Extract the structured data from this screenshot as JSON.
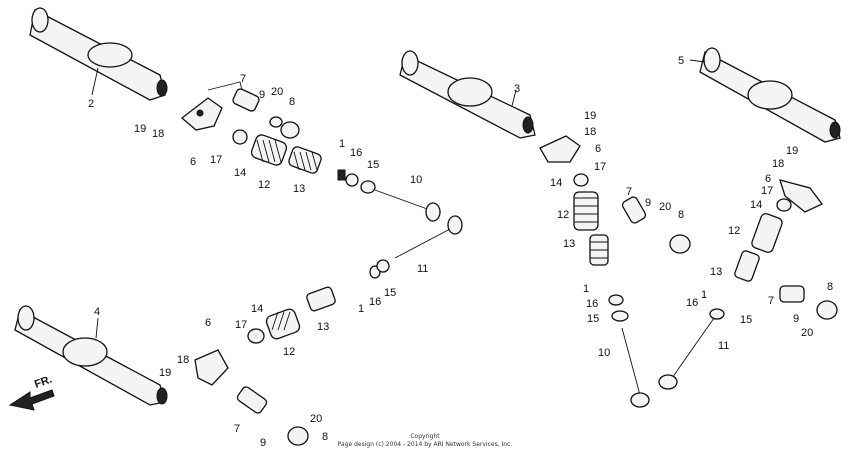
{
  "parts": [
    {
      "id": "2",
      "label": "2"
    },
    {
      "id": "3",
      "label": "3"
    },
    {
      "id": "4",
      "label": "4"
    },
    {
      "id": "5",
      "label": "5"
    },
    {
      "id": "1",
      "label": "1"
    },
    {
      "id": "6",
      "label": "6"
    },
    {
      "id": "7",
      "label": "7"
    },
    {
      "id": "8",
      "label": "8"
    },
    {
      "id": "9",
      "label": "9"
    },
    {
      "id": "10",
      "label": "10"
    },
    {
      "id": "11",
      "label": "11"
    },
    {
      "id": "12",
      "label": "12"
    },
    {
      "id": "13",
      "label": "13"
    },
    {
      "id": "14",
      "label": "14"
    },
    {
      "id": "15",
      "label": "15"
    },
    {
      "id": "16",
      "label": "16"
    },
    {
      "id": "17",
      "label": "17"
    },
    {
      "id": "18",
      "label": "18"
    },
    {
      "id": "19",
      "label": "19"
    },
    {
      "id": "20",
      "label": "20"
    }
  ],
  "direction_label": "FR.",
  "copyright": {
    "line1": "Copyright",
    "line2": "Page design (c) 2004 - 2014 by ARI Network Services, Inc."
  }
}
